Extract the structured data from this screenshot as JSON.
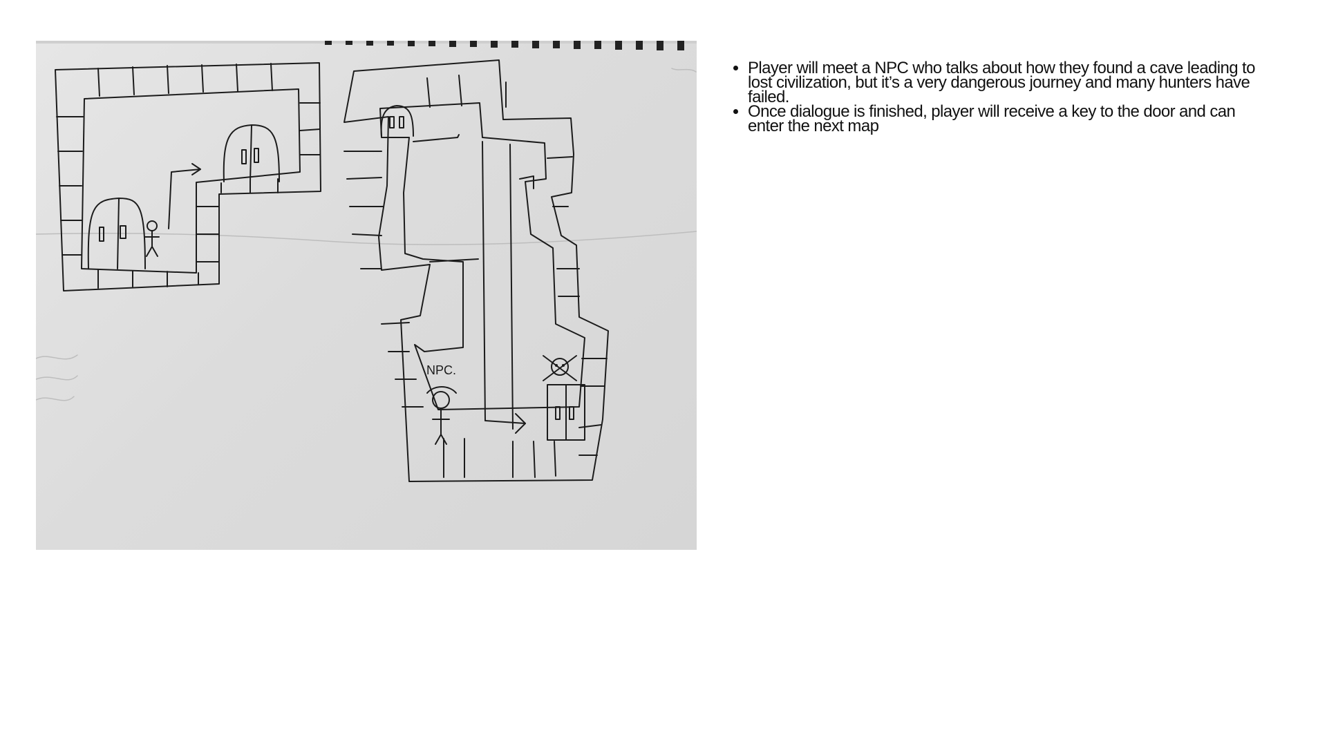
{
  "sketch": {
    "npc_label": "NPC."
  },
  "notes": [
    "Player will meet a NPC who talks about how they found a cave leading to lost civilization, but it’s a very dangerous journey and many hunters have failed.",
    "Once dialogue is finished, player will receive a key to the door and can enter the next map"
  ]
}
